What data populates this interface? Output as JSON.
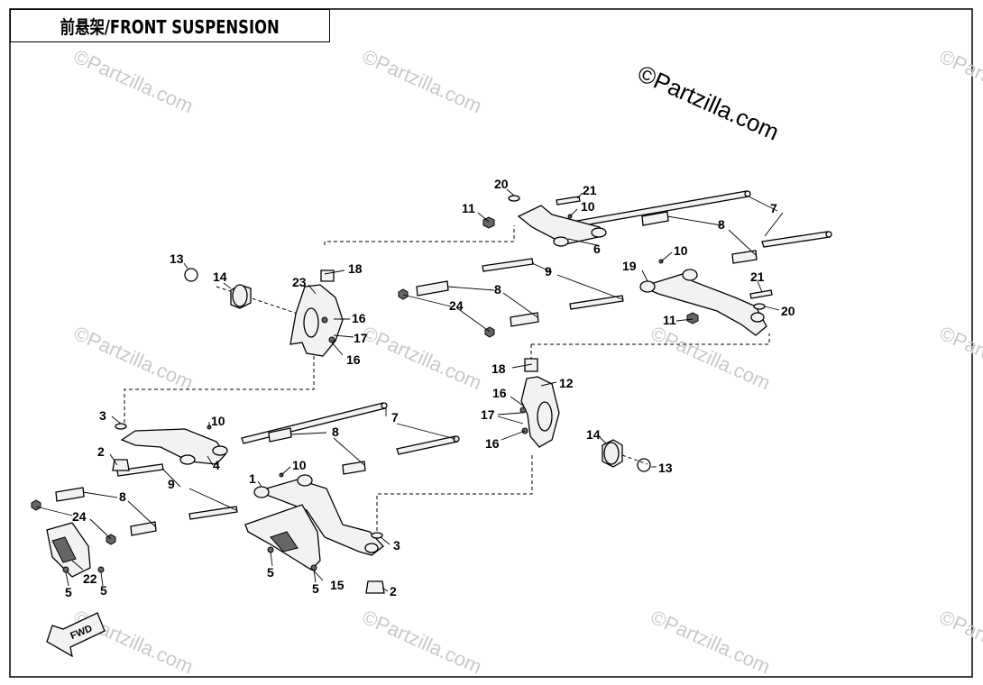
{
  "header": {
    "title": "前悬架/FRONT SUSPENSION"
  },
  "copyright": "©Partzilla.com",
  "watermark": "©Partzilla.com",
  "fwd_label": "FWD",
  "callouts": [
    {
      "id": "c1",
      "text": "1"
    },
    {
      "id": "c2a",
      "text": "2"
    },
    {
      "id": "c2b",
      "text": "2"
    },
    {
      "id": "c3a",
      "text": "3"
    },
    {
      "id": "c3b",
      "text": "3"
    },
    {
      "id": "c4",
      "text": "4"
    },
    {
      "id": "c5a",
      "text": "5"
    },
    {
      "id": "c5b",
      "text": "5"
    },
    {
      "id": "c5c",
      "text": "5"
    },
    {
      "id": "c5d",
      "text": "5"
    },
    {
      "id": "c6",
      "text": "6"
    },
    {
      "id": "c7a",
      "text": "7"
    },
    {
      "id": "c7b",
      "text": "7"
    },
    {
      "id": "c8a",
      "text": "8"
    },
    {
      "id": "c8b",
      "text": "8"
    },
    {
      "id": "c8c",
      "text": "8"
    },
    {
      "id": "c8d",
      "text": "8"
    },
    {
      "id": "c9a",
      "text": "9"
    },
    {
      "id": "c9b",
      "text": "9"
    },
    {
      "id": "c10a",
      "text": "10"
    },
    {
      "id": "c10b",
      "text": "10"
    },
    {
      "id": "c10c",
      "text": "10"
    },
    {
      "id": "c10d",
      "text": "10"
    },
    {
      "id": "c11a",
      "text": "11"
    },
    {
      "id": "c11b",
      "text": "11"
    },
    {
      "id": "c12",
      "text": "12"
    },
    {
      "id": "c13a",
      "text": "13"
    },
    {
      "id": "c13b",
      "text": "13"
    },
    {
      "id": "c14a",
      "text": "14"
    },
    {
      "id": "c14b",
      "text": "14"
    },
    {
      "id": "c15",
      "text": "15"
    },
    {
      "id": "c16a",
      "text": "16"
    },
    {
      "id": "c16b",
      "text": "16"
    },
    {
      "id": "c16c",
      "text": "16"
    },
    {
      "id": "c16d",
      "text": "16"
    },
    {
      "id": "c17a",
      "text": "17"
    },
    {
      "id": "c17b",
      "text": "17"
    },
    {
      "id": "c18a",
      "text": "18"
    },
    {
      "id": "c18b",
      "text": "18"
    },
    {
      "id": "c19",
      "text": "19"
    },
    {
      "id": "c20a",
      "text": "20"
    },
    {
      "id": "c20b",
      "text": "20"
    },
    {
      "id": "c21a",
      "text": "21"
    },
    {
      "id": "c21b",
      "text": "21"
    },
    {
      "id": "c22",
      "text": "22"
    },
    {
      "id": "c23",
      "text": "23"
    },
    {
      "id": "c24a",
      "text": "24"
    },
    {
      "id": "c24b",
      "text": "24"
    }
  ]
}
